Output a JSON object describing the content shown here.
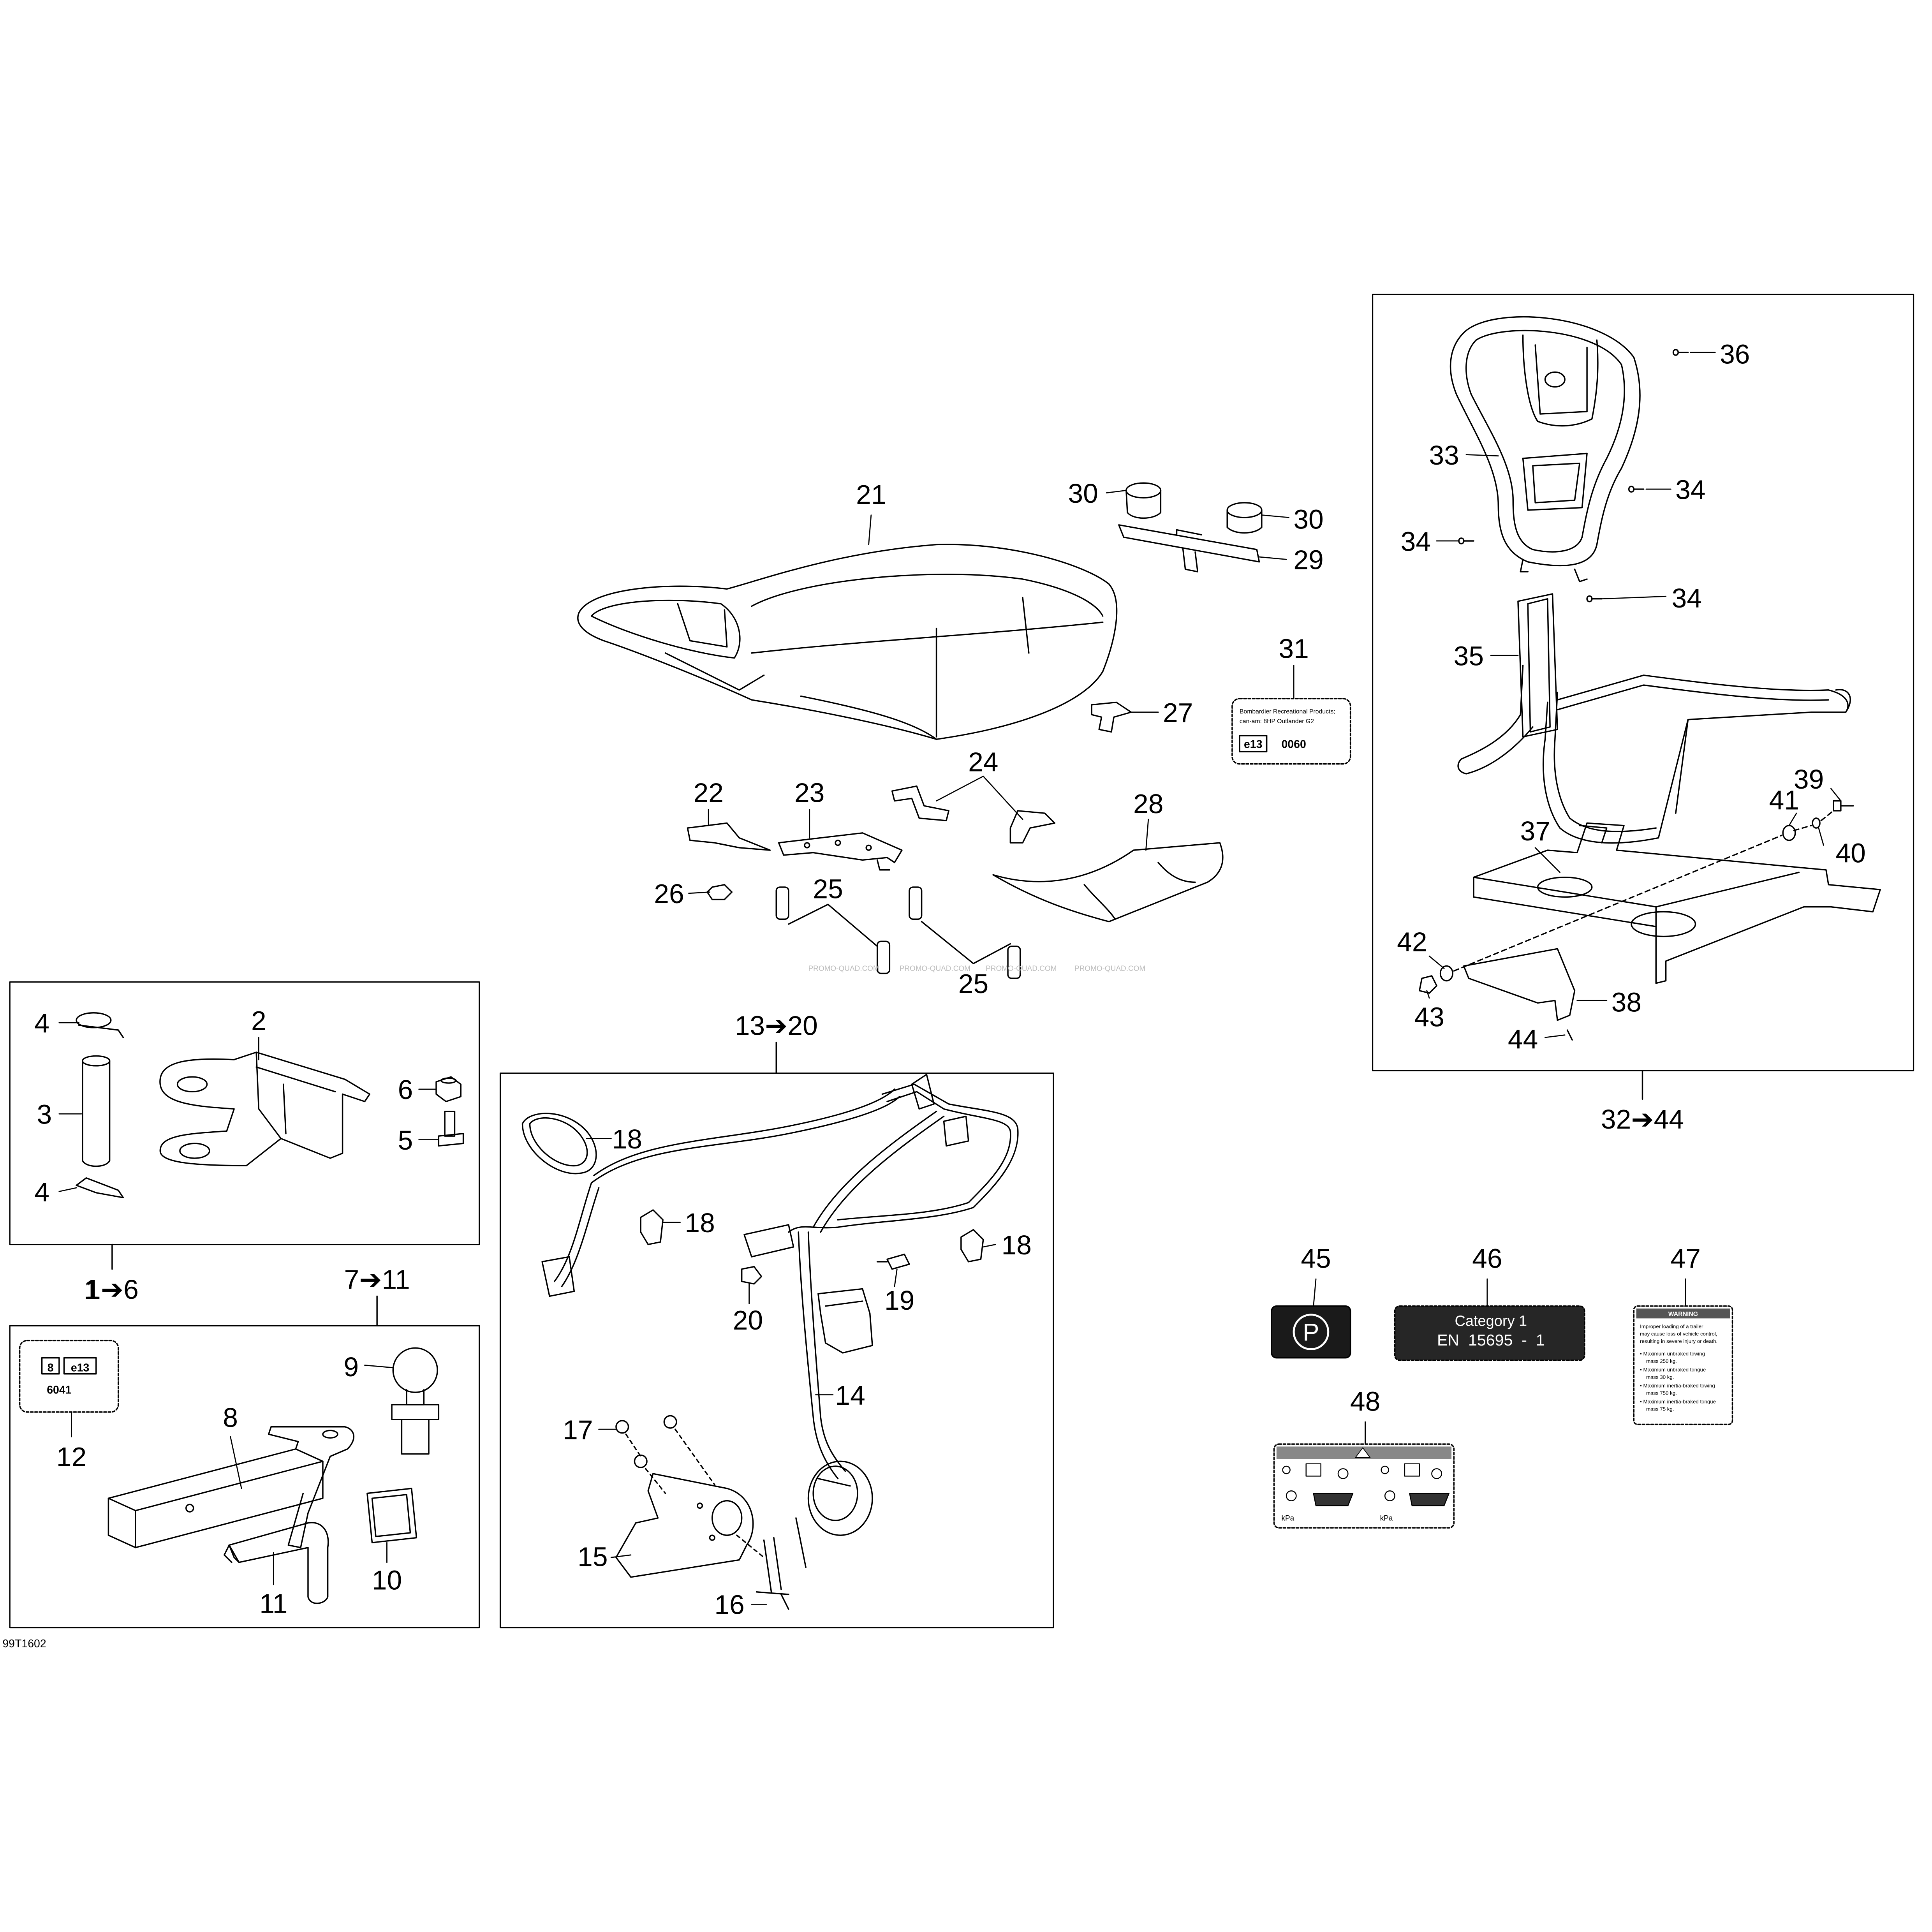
{
  "diagram_code": "99T1602",
  "callouts": [
    "1",
    "2",
    "3",
    "4",
    "5",
    "6",
    "7",
    "8",
    "9",
    "10",
    "11",
    "12",
    "13",
    "14",
    "15",
    "16",
    "17",
    "18",
    "19",
    "20",
    "21",
    "22",
    "23",
    "24",
    "25",
    "26",
    "27",
    "28",
    "29",
    "30",
    "31",
    "32",
    "33",
    "34",
    "35",
    "36",
    "37",
    "38",
    "39",
    "40",
    "41",
    "42",
    "43",
    "44",
    "45",
    "46",
    "47",
    "48"
  ],
  "group_labels": {
    "g1_6": "1➔6",
    "g7_11": "7➔11",
    "g13_20": "13➔20",
    "g32_44": "32➔44"
  },
  "watermark": "PROMO-QUAD.COM",
  "labels": {
    "l31_line1": "Bombardier Recreational Products;",
    "l31_line2": "can-am: 8HP Outlander G2",
    "l31_mark": "e13",
    "l31_num": "0060",
    "l12_a": "8",
    "l12_b": "e13",
    "l12_num": "6041",
    "l45_symbol": "P",
    "l46_line1": "Category 1",
    "l46_line2": "EN  15695  -  1",
    "l47_title": "WARNING",
    "l47_body1": "Improper loading of a trailer",
    "l47_body2": "may cause loss of vehicle control,",
    "l47_body3": "resulting in severe injury or death.",
    "l47_b1": "• Maximum unbraked towing",
    "l47_b1b": "mass 250 kg.",
    "l47_b2": "• Maximum unbraked tongue",
    "l47_b2b": "mass 30 kg.",
    "l47_b3": "• Maximum inertia-braked towing",
    "l47_b3b": "mass 750 kg.",
    "l47_b4": "• Maximum inertia-braked tongue",
    "l47_b4b": "mass 75 kg.",
    "l48_kpa": "kPa"
  }
}
